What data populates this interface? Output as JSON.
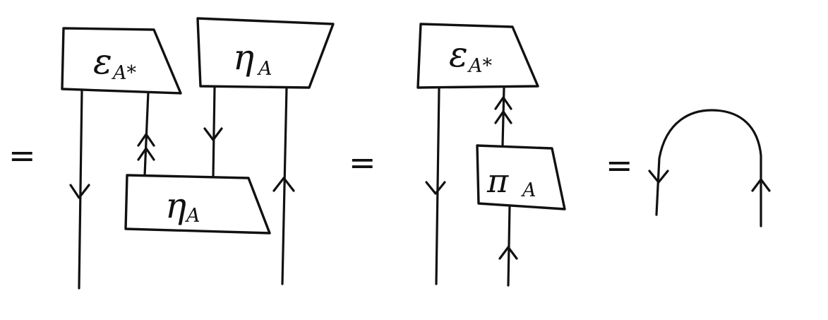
{
  "equation": {
    "eq_sign": "=",
    "diagram1": {
      "top_left_label": "ε",
      "top_left_sub": "A*",
      "top_right_label": "η",
      "top_right_sub": "A",
      "bottom_label": "η",
      "bottom_sub": "A"
    },
    "diagram2": {
      "top_label": "ε",
      "top_sub": "A*",
      "mid_label": "π",
      "mid_sub": "A"
    }
  }
}
